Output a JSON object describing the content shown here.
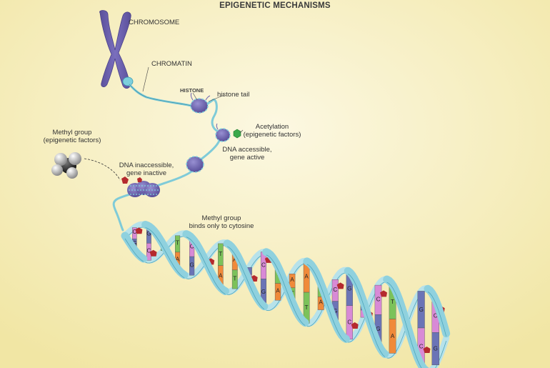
{
  "title": "EPIGENETIC MECHANISMS",
  "labels": {
    "chromosome": "CHROMOSOME",
    "chromatin": "CHROMATIN",
    "histone": "HISTONE",
    "histone_tail": "histone tail",
    "acetylation_line1": "Acetylation",
    "acetylation_line2": "(epigenetic factors)",
    "accessible_line1": "DNA accessible,",
    "accessible_line2": "gene active",
    "inaccessible_line1": "DNA inaccessible,",
    "inaccessible_line2": "gene inactive",
    "methyl_line1": "Methyl group",
    "methyl_line2": "(epigenetic factors)",
    "methyl_binds_line1": "Methyl group",
    "methyl_binds_line2": "binds only to cytosine"
  },
  "base_pairs": [
    "C",
    "G",
    "A",
    "T",
    "C",
    "G",
    "T",
    "A",
    "G",
    "C",
    "T",
    "A",
    "A",
    "T",
    "C",
    "G",
    "G",
    "C",
    "T",
    "A",
    "G",
    "C"
  ],
  "colors": {
    "background_center": "#fbf6da",
    "background_edge": "#f2e8a8",
    "chromosome": "#6d62ad",
    "dna_strand": "#8fd1de",
    "dna_strand_dark": "#4ea6bb",
    "histone": "#6e64b0",
    "methyl": "#b52a2e",
    "acetyl": "#3aa84b",
    "base_C": "#d88ad6",
    "base_G": "#6b74b6",
    "base_A": "#f08a3a",
    "base_T": "#7cc25a"
  }
}
